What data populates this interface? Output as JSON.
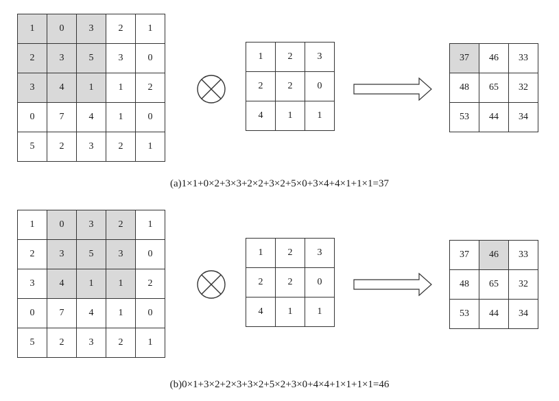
{
  "panels": [
    {
      "input": [
        [
          1,
          0,
          3,
          2,
          1
        ],
        [
          2,
          3,
          5,
          3,
          0
        ],
        [
          3,
          4,
          1,
          1,
          2
        ],
        [
          0,
          7,
          4,
          1,
          0
        ],
        [
          5,
          2,
          3,
          2,
          1
        ]
      ],
      "input_highlight": [
        [
          0,
          0
        ],
        [
          0,
          1
        ],
        [
          0,
          2
        ],
        [
          1,
          0
        ],
        [
          1,
          1
        ],
        [
          1,
          2
        ],
        [
          2,
          0
        ],
        [
          2,
          1
        ],
        [
          2,
          2
        ]
      ],
      "kernel": [
        [
          1,
          2,
          3
        ],
        [
          2,
          2,
          0
        ],
        [
          4,
          1,
          1
        ]
      ],
      "output": [
        [
          37,
          46,
          33
        ],
        [
          48,
          65,
          32
        ],
        [
          53,
          44,
          34
        ]
      ],
      "output_highlight": [
        [
          0,
          0
        ]
      ],
      "caption": "(a)1×1+0×2+3×3+2×2+3×2+5×0+3×4+4×1+1×1=37"
    },
    {
      "input": [
        [
          1,
          0,
          3,
          2,
          1
        ],
        [
          2,
          3,
          5,
          3,
          0
        ],
        [
          3,
          4,
          1,
          1,
          2
        ],
        [
          0,
          7,
          4,
          1,
          0
        ],
        [
          5,
          2,
          3,
          2,
          1
        ]
      ],
      "input_highlight": [
        [
          0,
          1
        ],
        [
          0,
          2
        ],
        [
          0,
          3
        ],
        [
          1,
          1
        ],
        [
          1,
          2
        ],
        [
          1,
          3
        ],
        [
          2,
          1
        ],
        [
          2,
          2
        ],
        [
          2,
          3
        ]
      ],
      "kernel": [
        [
          1,
          2,
          3
        ],
        [
          2,
          2,
          0
        ],
        [
          4,
          1,
          1
        ]
      ],
      "output": [
        [
          37,
          46,
          33
        ],
        [
          48,
          65,
          32
        ],
        [
          53,
          44,
          34
        ]
      ],
      "output_highlight": [
        [
          0,
          1
        ]
      ],
      "caption": "(b)0×1+3×2+2×3+3×2+5×2+3×0+4×4+1×1+1×1=46"
    }
  ]
}
